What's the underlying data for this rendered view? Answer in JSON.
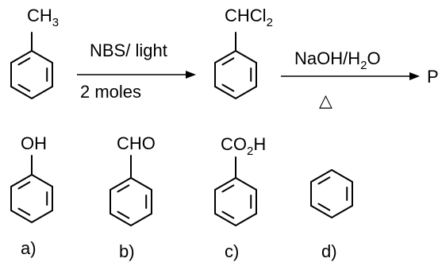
{
  "reaction": {
    "reactant_group": {
      "main": "CH",
      "sub": "3"
    },
    "step1": {
      "reagent": "NBS/ light",
      "condition": "2 moles"
    },
    "intermediate_group": {
      "main": "CHCl",
      "sub": "2"
    },
    "step2": {
      "reagent": {
        "a": "NaOH/H",
        "sub": "2",
        "b": "O"
      },
      "condition": "△"
    },
    "product": "P"
  },
  "options": [
    {
      "letter": "a)",
      "group": {
        "main": "OH",
        "sub": ""
      }
    },
    {
      "letter": "b)",
      "group": {
        "main": "CHO",
        "sub": ""
      }
    },
    {
      "letter": "c)",
      "group": {
        "pre": "CO",
        "sub": "2",
        "post": "H"
      }
    },
    {
      "letter": "d)",
      "group": null
    }
  ]
}
